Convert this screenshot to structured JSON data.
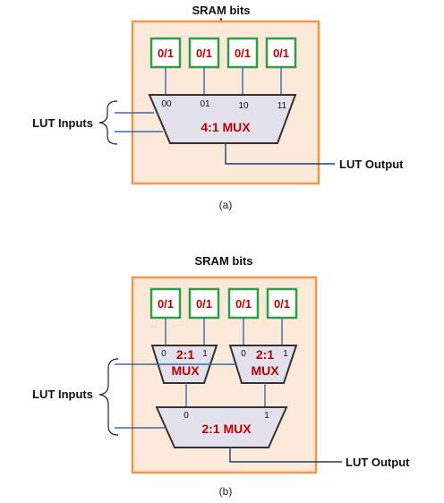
{
  "diagram_a": {
    "sram_label": "SRAM bits",
    "bits": [
      "0/1",
      "0/1",
      "0/1",
      "0/1"
    ],
    "select_labels": [
      "00",
      "01",
      "10",
      "11"
    ],
    "mux_label": "4:1 MUX",
    "inputs_label": "LUT Inputs",
    "output_label": "LUT Output",
    "caption": "(a)"
  },
  "diagram_b": {
    "sram_label": "SRAM bits",
    "bits": [
      "0/1",
      "0/1",
      "0/1",
      "0/1"
    ],
    "mux_left": {
      "label_line1": "2:1",
      "label_line2": "MUX",
      "in0": "0",
      "in1": "1"
    },
    "mux_right": {
      "label_line1": "2:1",
      "label_line2": "MUX",
      "in0": "0",
      "in1": "1"
    },
    "mux_bottom": {
      "label": "2:1 MUX",
      "in0": "0",
      "in1": "1"
    },
    "inputs_label": "LUT Inputs",
    "output_label": "LUT Output",
    "caption": "(b)"
  },
  "colors": {
    "frame_fill": "#fde9d9",
    "frame_stroke": "#f79646",
    "bit_stroke": "#2e9f44",
    "text_red": "#c00000",
    "mux_fill": "#e3e1ec",
    "wire": "#3a6aa8"
  }
}
